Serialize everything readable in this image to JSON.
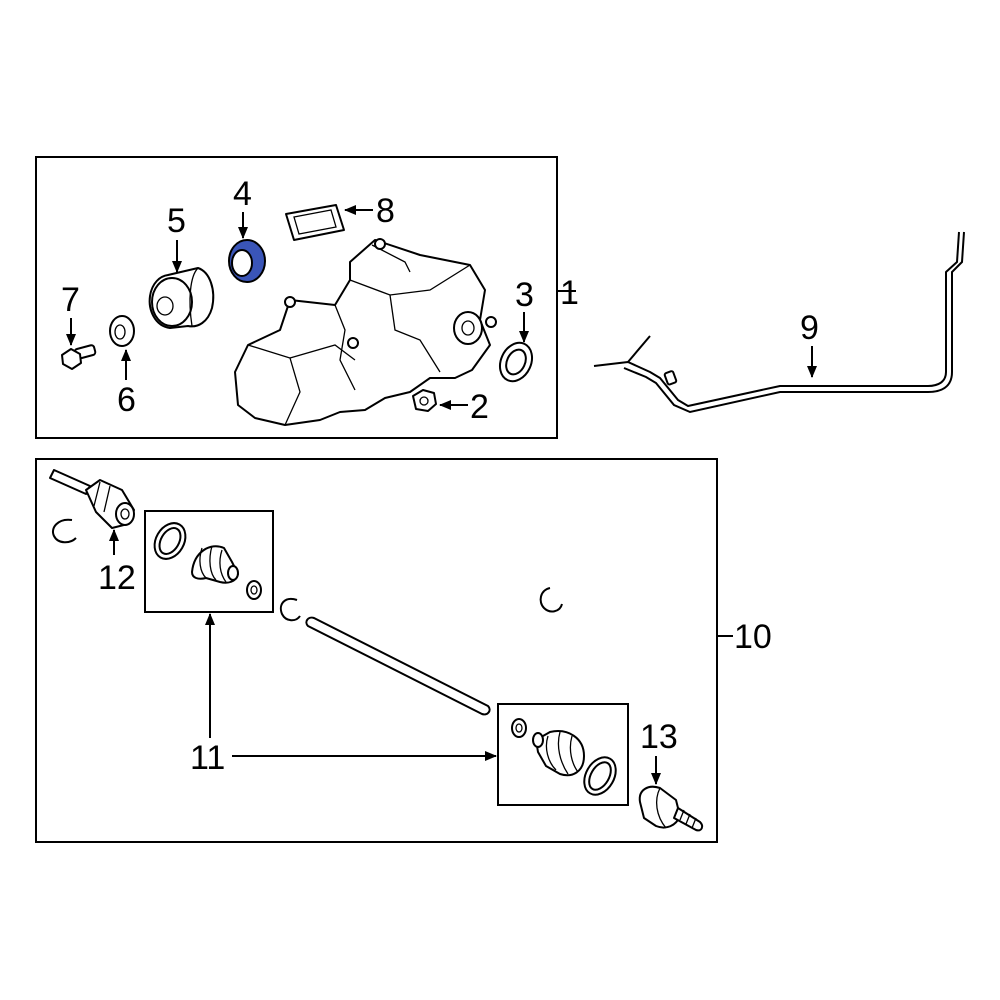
{
  "callouts": {
    "c1": "1",
    "c2": "2",
    "c3": "3",
    "c4": "4",
    "c5": "5",
    "c6": "6",
    "c7": "7",
    "c8": "8",
    "c9": "9",
    "c10": "10",
    "c11": "11",
    "c12": "12",
    "c13": "13"
  },
  "colors": {
    "highlight": "#3a55b8",
    "line": "#000000",
    "background": "#ffffff"
  }
}
